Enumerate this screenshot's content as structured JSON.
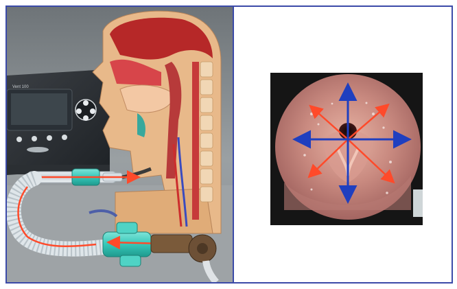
{
  "figure": {
    "left_panel": {
      "subject": "ventilator-with-anatomical-head-model",
      "ventilator_screen_label": "Vent 100"
    },
    "right_panel": {
      "subject": "endoscopic-view-of-larynx"
    },
    "colors": {
      "panel_border": "#3b4aa8",
      "airflow_arrow_red": "#ff4a2a",
      "direction_arrow_blue": "#1f3fbf",
      "filter_teal": "#35c7b8"
    }
  }
}
